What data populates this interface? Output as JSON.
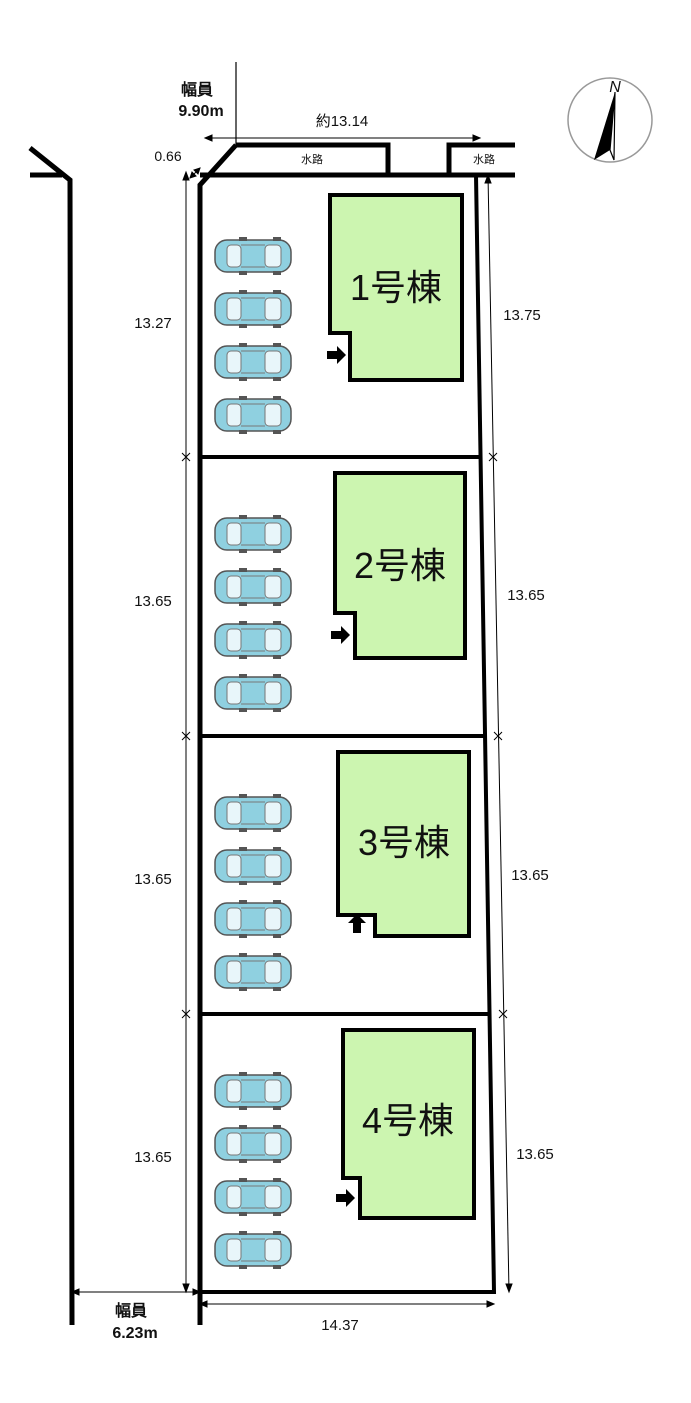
{
  "roads": {
    "top_label": "幅員",
    "top_width": "9.90m",
    "bottom_label": "幅員",
    "bottom_width": "6.23m"
  },
  "dimensions": {
    "top_total": "約13.14",
    "corner_cut": "0.66",
    "bottom_width": "14.37",
    "left": [
      "13.27",
      "13.65",
      "13.65",
      "13.65"
    ],
    "right": [
      "13.75",
      "13.65",
      "13.65",
      "13.65"
    ]
  },
  "waterways": [
    "水路",
    "水路"
  ],
  "buildings": [
    "1号棟",
    "2号棟",
    "3号棟",
    "4号棟"
  ],
  "compass": {
    "north_label": "N"
  },
  "colors": {
    "building_fill": "#ccf5b0",
    "car_fill": "#8fd0e0",
    "line": "#000000"
  }
}
